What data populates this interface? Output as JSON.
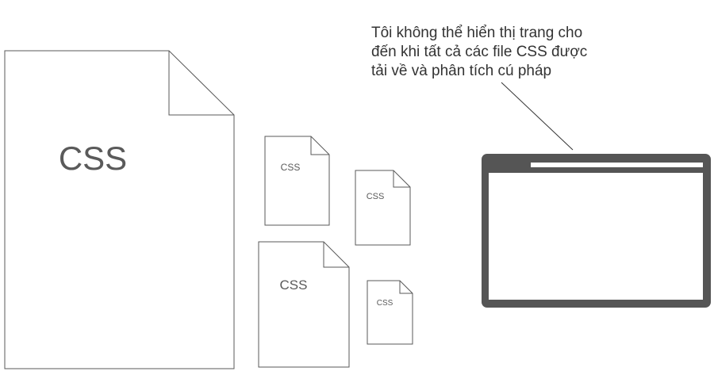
{
  "documents": [
    {
      "id": "large",
      "label": "CSS"
    },
    {
      "id": "small-1",
      "label": "CSS"
    },
    {
      "id": "small-2",
      "label": "CSS"
    },
    {
      "id": "medium",
      "label": "CSS"
    },
    {
      "id": "small-3",
      "label": "CSS"
    }
  ],
  "browser_caption": {
    "line1": "Tôi không thể hiển thị trang cho",
    "line2": "đến khi tất cả các file CSS được",
    "line3": "tải về và phân tích cú pháp"
  },
  "colors": {
    "document_stroke": "#5a5a5a",
    "browser_frame": "#555555",
    "text": "#333333"
  },
  "icons": {
    "document": "css-file-icon",
    "browser": "browser-window-icon"
  }
}
